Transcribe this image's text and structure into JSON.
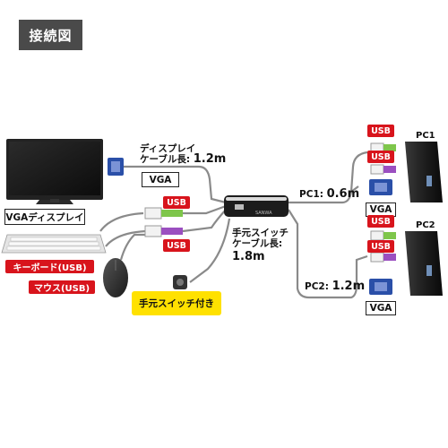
{
  "title": "接続図",
  "vga_display": {
    "label": "VGAディスプレイ",
    "connector_label": "VGA",
    "cable_label_line1": "ディスプレイ",
    "cable_label_line2": "ケーブル長: ",
    "cable_length": "1.2m"
  },
  "keyboard": {
    "label": "キーボード(USB)"
  },
  "mouse": {
    "label": "マウス(USB)"
  },
  "console_usb": [
    "USB",
    "USB"
  ],
  "switch_cable": {
    "line1": "手元スイッチ",
    "line2": "ケーブル長:",
    "length": "1.8m"
  },
  "remote_switch": {
    "label": "手元スイッチ付き"
  },
  "unit": {
    "brand": "SANWA"
  },
  "pc1": {
    "name": "PC1",
    "cable_prefix": "PC1: ",
    "cable_length": "0.6m",
    "usb": [
      "USB",
      "USB"
    ],
    "vga": "VGA"
  },
  "pc2": {
    "name": "PC2",
    "cable_prefix": "PC2: ",
    "cable_length": "1.2m",
    "usb": [
      "USB",
      "USB"
    ],
    "vga": "VGA"
  },
  "colors": {
    "accent_red": "#d8141c",
    "callout_yellow": "#ffe100",
    "vga_blue": "#2a4fa8",
    "title_bg": "#4a4a4a"
  }
}
